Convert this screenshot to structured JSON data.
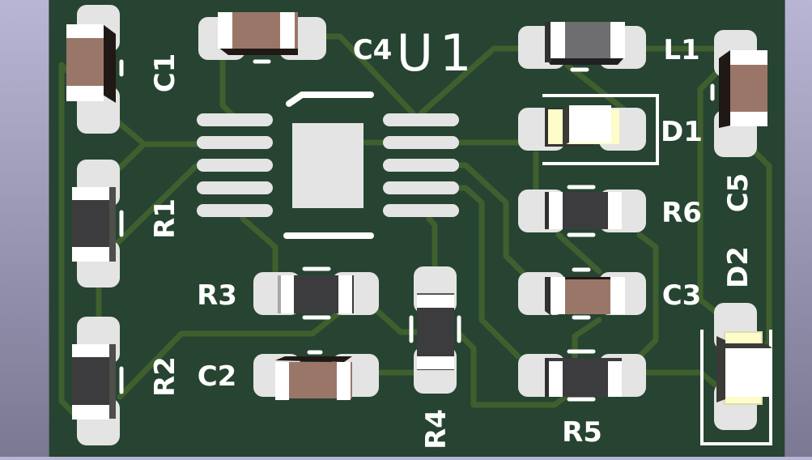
{
  "viewer": {
    "board_color": "#264431",
    "trace_color": "#3f5f2e",
    "pad_color": "#e4e4e4",
    "silkscreen_color": "#ffffff",
    "background_top": "#b7b5d3",
    "background_bottom": "#7d7b95"
  },
  "components": {
    "C1": {
      "ref": "C1",
      "type": "capacitor",
      "body_color": "#9a7669"
    },
    "C2": {
      "ref": "C2",
      "type": "capacitor",
      "body_color": "#9a7669"
    },
    "C3": {
      "ref": "C3",
      "type": "capacitor",
      "body_color": "#9a7669"
    },
    "C4": {
      "ref": "C4",
      "type": "capacitor",
      "body_color": "#9a7669"
    },
    "C5": {
      "ref": "C5",
      "type": "capacitor",
      "body_color": "#9a7669"
    },
    "R1": {
      "ref": "R1",
      "type": "resistor",
      "body_color": "#3c3c3e"
    },
    "R2": {
      "ref": "R2",
      "type": "resistor",
      "body_color": "#3c3c3e"
    },
    "R3": {
      "ref": "R3",
      "type": "resistor",
      "body_color": "#3c3c3e"
    },
    "R4": {
      "ref": "R4",
      "type": "resistor",
      "body_color": "#3c3c3e"
    },
    "R5": {
      "ref": "R5",
      "type": "resistor",
      "body_color": "#3c3c3e"
    },
    "R6": {
      "ref": "R6",
      "type": "resistor",
      "body_color": "#3c3c3e"
    },
    "L1": {
      "ref": "L1",
      "type": "inductor",
      "body_color": "#6e6e70"
    },
    "D1": {
      "ref": "D1",
      "type": "led",
      "body_color": "#ffffff"
    },
    "D2": {
      "ref": "D2",
      "type": "led",
      "body_color": "#ffffff"
    },
    "U1": {
      "ref": "U1",
      "type": "ic-footprint-no-model"
    }
  }
}
